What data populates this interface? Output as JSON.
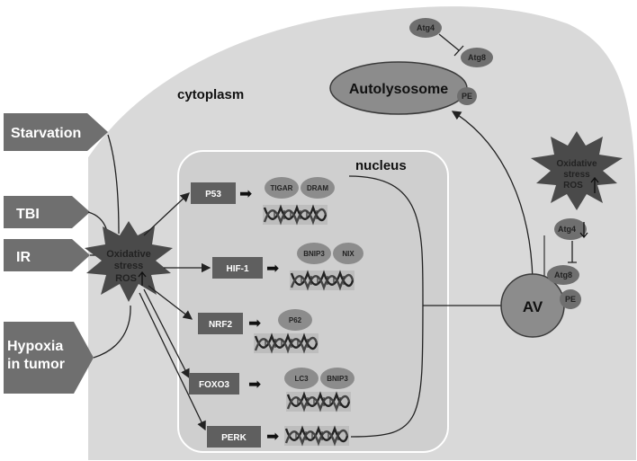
{
  "colors": {
    "cell": "#d9d9d9",
    "nucleus": "#cfcfcf",
    "box": "#5f5f5f",
    "ellipse": "#8c8c8c",
    "pentagon": "#6f6f6f",
    "star": "#4a4a4a"
  },
  "regions": {
    "cytoplasm": "cytoplasm",
    "nucleus": "nucleus"
  },
  "stimuli": [
    "Starvation",
    "TBI",
    "IR",
    "Hypoxia in tumor"
  ],
  "ros_center": {
    "line1": "Oxidative",
    "line2": "stress",
    "line3": "ROS",
    "icon": "up-arrow-icon"
  },
  "ros_right": {
    "line1": "Oxidative",
    "line2": "stress",
    "line3": "ROS",
    "icon": "up-arrow-icon"
  },
  "factors": {
    "p53": "P53",
    "hif1": "HIF-1",
    "nrf2": "NRF2",
    "foxo3": "FOXO3",
    "perk": "PERK"
  },
  "genes": {
    "tigar": "TIGAR",
    "dram": "DRAM",
    "bnip3_a": "BNIP3",
    "nix": "NIX",
    "p62": "P62",
    "lc3": "LC3",
    "bnip3_b": "BNIP3"
  },
  "autolysosome": {
    "label": "Autolysosome",
    "pe": "PE",
    "atg4": "Atg4",
    "atg8": "Atg8"
  },
  "av": {
    "label": "AV",
    "atg4": "Atg4",
    "atg8": "Atg8",
    "pe": "PE",
    "atg4_icon": "down-arrow-icon"
  }
}
